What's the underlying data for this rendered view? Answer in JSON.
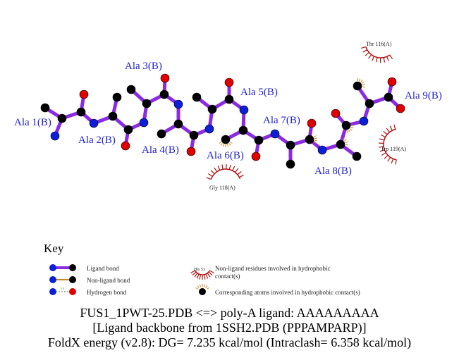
{
  "residues": [
    "Ala 1(B)",
    "Ala 2(B)",
    "Ala 3(B)",
    "Ala 4(B)",
    "Ala 5(B)",
    "Ala 6(B)",
    "Ala 7(B)",
    "Ala 8(B)",
    "Ala 9(B)"
  ],
  "contacts": [
    "Thr 116(A)",
    "Gly 118(A)",
    "Trp 119(A)"
  ],
  "key": {
    "title": "Key",
    "ligand_bond": "Ligand bond",
    "nonligand_bond": "Non-ligand bond",
    "hbond": "Hydrogen bond",
    "hbond_dist": "3.0",
    "his_label": "His 53",
    "nonligand_residues": "Non-ligand residues involved in hydrophobic contact(s)",
    "corresponding_atoms": "Corresponding atoms involved in hydrophobic contact(s)"
  },
  "footer": {
    "line1": "FUS1_1PWT-25.PDB <=> poly-A ligand: AAAAAAAAA",
    "line2": "[Ligand backbone from 1SSH2.PDB (PPPAMPARP)]",
    "line3": "FoldX energy (v2.8): DG= 7.235 kcal/mol (Intraclash= 6.358 kcal/mol)"
  },
  "colors": {
    "bond": "#8a2be2",
    "carbon": "#000000",
    "nitrogen": "#0b1fd9",
    "oxygen": "#e00000",
    "contact": "#b01010",
    "nonligand": "#c8861e"
  }
}
